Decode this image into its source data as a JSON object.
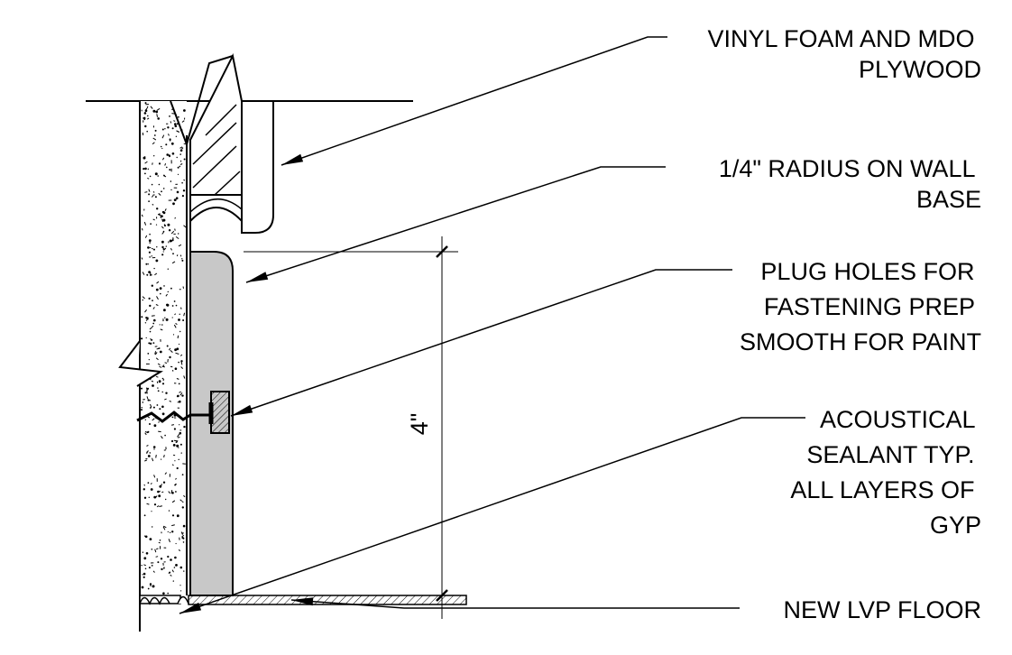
{
  "drawing": {
    "notes": [
      {
        "id": "vinyl-foam",
        "lines": [
          "VINYL FOAM AND MDO",
          "PLYWOOD"
        ]
      },
      {
        "id": "radius",
        "lines": [
          "1/4\" RADIUS ON  WALL",
          "BASE"
        ]
      },
      {
        "id": "plug-holes",
        "lines": [
          "PLUG HOLES FOR",
          "FASTENING PREP",
          "SMOOTH FOR PAINT"
        ]
      },
      {
        "id": "acoustical",
        "lines": [
          "ACOUSTICAL",
          "SEALANT TYP.",
          "ALL LAYERS OF",
          "GYP"
        ]
      },
      {
        "id": "lvp-floor",
        "lines": [
          "NEW LVP FLOOR"
        ]
      }
    ],
    "dimension": {
      "label": "4\""
    },
    "colors": {
      "line": "#000000",
      "base_fill": "#c8c8c8",
      "background": "#ffffff"
    }
  }
}
